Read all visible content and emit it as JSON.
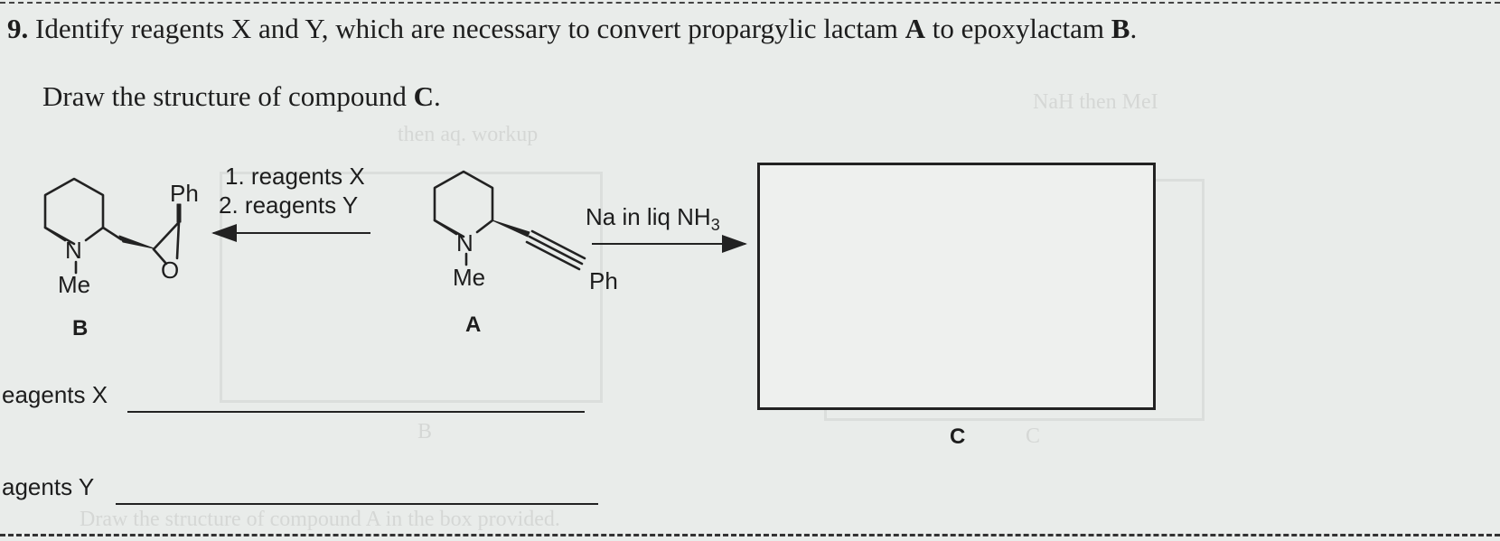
{
  "question": {
    "number": "9.",
    "line1_pre": "Identify reagents X and Y, which are necessary to convert propargylic lactam",
    "line1_a": "A",
    "line1_mid": "to epoxylactam",
    "line1_b": "B",
    "line1_end": ".",
    "line2_pre": "Draw the structure of compound",
    "line2_c": "C",
    "line2_end": "."
  },
  "scheme": {
    "left_arrow": {
      "step1": "1. reagents X",
      "step2": "2. reagents Y"
    },
    "right_arrow": {
      "reagent": "Na in liq NH",
      "subscript": "3"
    },
    "compound_b": {
      "label": "B",
      "n": "N",
      "me": "Me",
      "ph": "Ph",
      "o": "O"
    },
    "compound_a": {
      "label": "A",
      "n": "N",
      "me": "Me",
      "ph": "Ph"
    },
    "compound_c": {
      "label": "C"
    }
  },
  "answers": {
    "x_label": "eagents X",
    "y_label": "agents Y"
  },
  "ghost_text": {
    "t1": "NaH then MeI",
    "t2": "then aq. workup",
    "t3": "B",
    "t4": "C",
    "t5": "Draw the structure of compound A in the box provided."
  }
}
